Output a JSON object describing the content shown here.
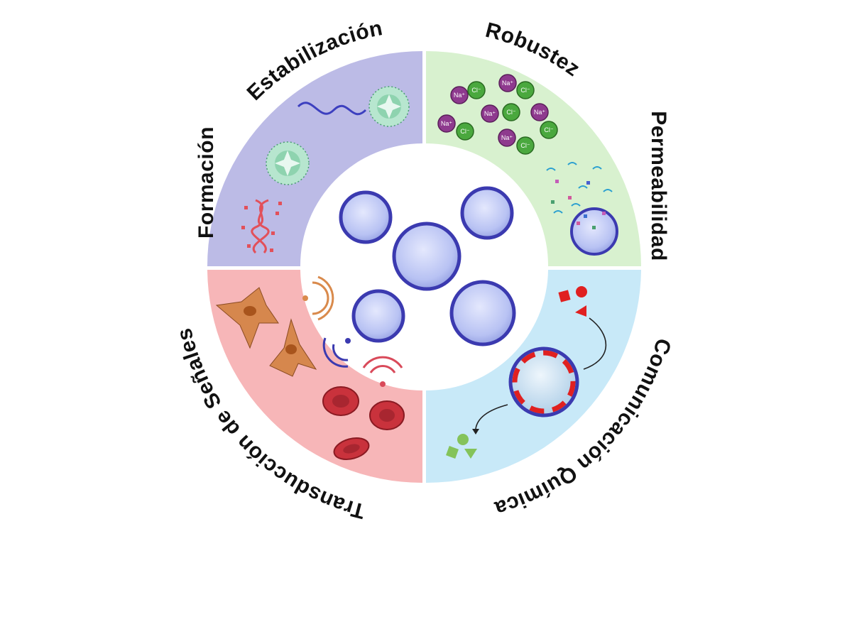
{
  "colors": {
    "formacion_estabilizacion": "#bcbbe6",
    "robustez_permeabilidad": "#d8f1cf",
    "comunicacion_quimica": "#c8e9f8",
    "transduccion_senales": "#f7b6b8",
    "vesicle_fill": "#c5cdf7",
    "vesicle_stroke": "#3b3ab0",
    "center_background": "#ffffff"
  },
  "labels": {
    "formacion": "Formación",
    "estabilizacion": "Estabilización",
    "robustez": "Robustez",
    "permeabilidad": "Permeabilidad",
    "comunicacion_quimica": "Comunicación Química",
    "transduccion_senales": "Transducción de Señales"
  },
  "ions": {
    "sodium": "Na⁺",
    "chloride": "Cl⁻"
  },
  "icons": [
    "dna-strand-icon",
    "micelle-icon",
    "polymer-micelle-icon",
    "salt-ions-icon",
    "permeable-vesicle-icon",
    "signal-molecules-icon",
    "receptor-vesicle-icon",
    "product-molecules-icon",
    "neuron-cell-icon",
    "red-blood-cell-icon",
    "wireless-signal-icon"
  ]
}
